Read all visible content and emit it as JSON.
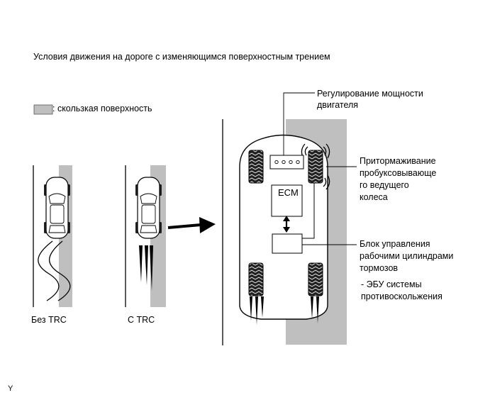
{
  "title": "Условия движения на дороге с изменяющимся поверхностным трением",
  "legend": {
    "label": ": скользкая поверхность",
    "swatch_color": "#bfbfbf"
  },
  "scenes": {
    "without_trc_label": "Без TRC",
    "with_trc_label": "С TRC"
  },
  "callouts": {
    "engine_power_line1": "Регулирование мощности",
    "engine_power_line2": "двигателя",
    "brake_line1": "Притормаживание",
    "brake_line2": "пробуксовывающе",
    "brake_line3": "го ведущего",
    "brake_line4": "колеса",
    "actuator_line1": "Блок управления",
    "actuator_line2": "рабочими цилиндрами",
    "actuator_line3": "тормозов",
    "skid_line1": "- ЭБУ системы",
    "skid_line2": "противоскольжения"
  },
  "ecm_label": "ECM",
  "corner_mark": "Y",
  "colors": {
    "slippery": "#bfbfbf",
    "tire": "#222222",
    "line": "#000000"
  }
}
